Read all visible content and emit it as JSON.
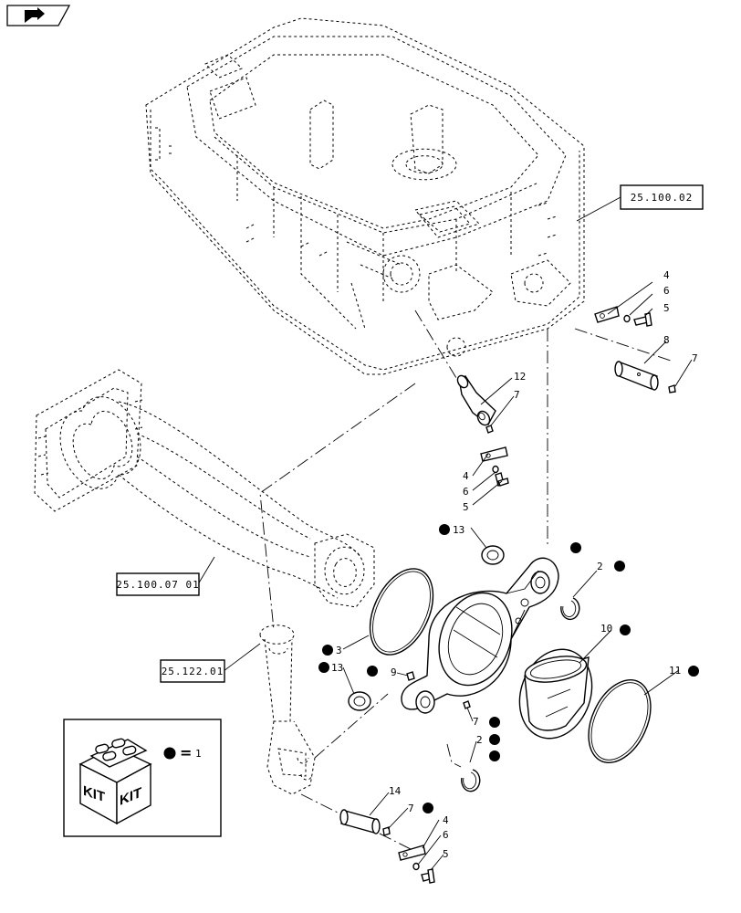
{
  "nav": {
    "icon": "next-page-arrow-icon"
  },
  "refs": {
    "r1": "25.100.02",
    "r2": "25.100.07 01",
    "r3": "25.122.01"
  },
  "callouts": {
    "c4a": "4",
    "c6a": "6",
    "c5a": "5",
    "c8": "8",
    "c7a": "7",
    "c12": "12",
    "c7b": "7",
    "c4b": "4",
    "c6b": "6",
    "c5b": "5",
    "c13a": "13",
    "c2a": "2",
    "c10": "10",
    "c11": "11",
    "c3": "3",
    "c13b": "13",
    "c9": "9",
    "c7c": "7",
    "c2b": "2",
    "c14": "14",
    "c7d": "7",
    "c4c": "4",
    "c6c": "6",
    "c5c": "5"
  },
  "legend": {
    "kit_text_1": "KIT",
    "kit_text_2": "KIT",
    "equals": "=",
    "value": "1"
  },
  "colors": {
    "line": "#000000",
    "background": "#ffffff"
  }
}
